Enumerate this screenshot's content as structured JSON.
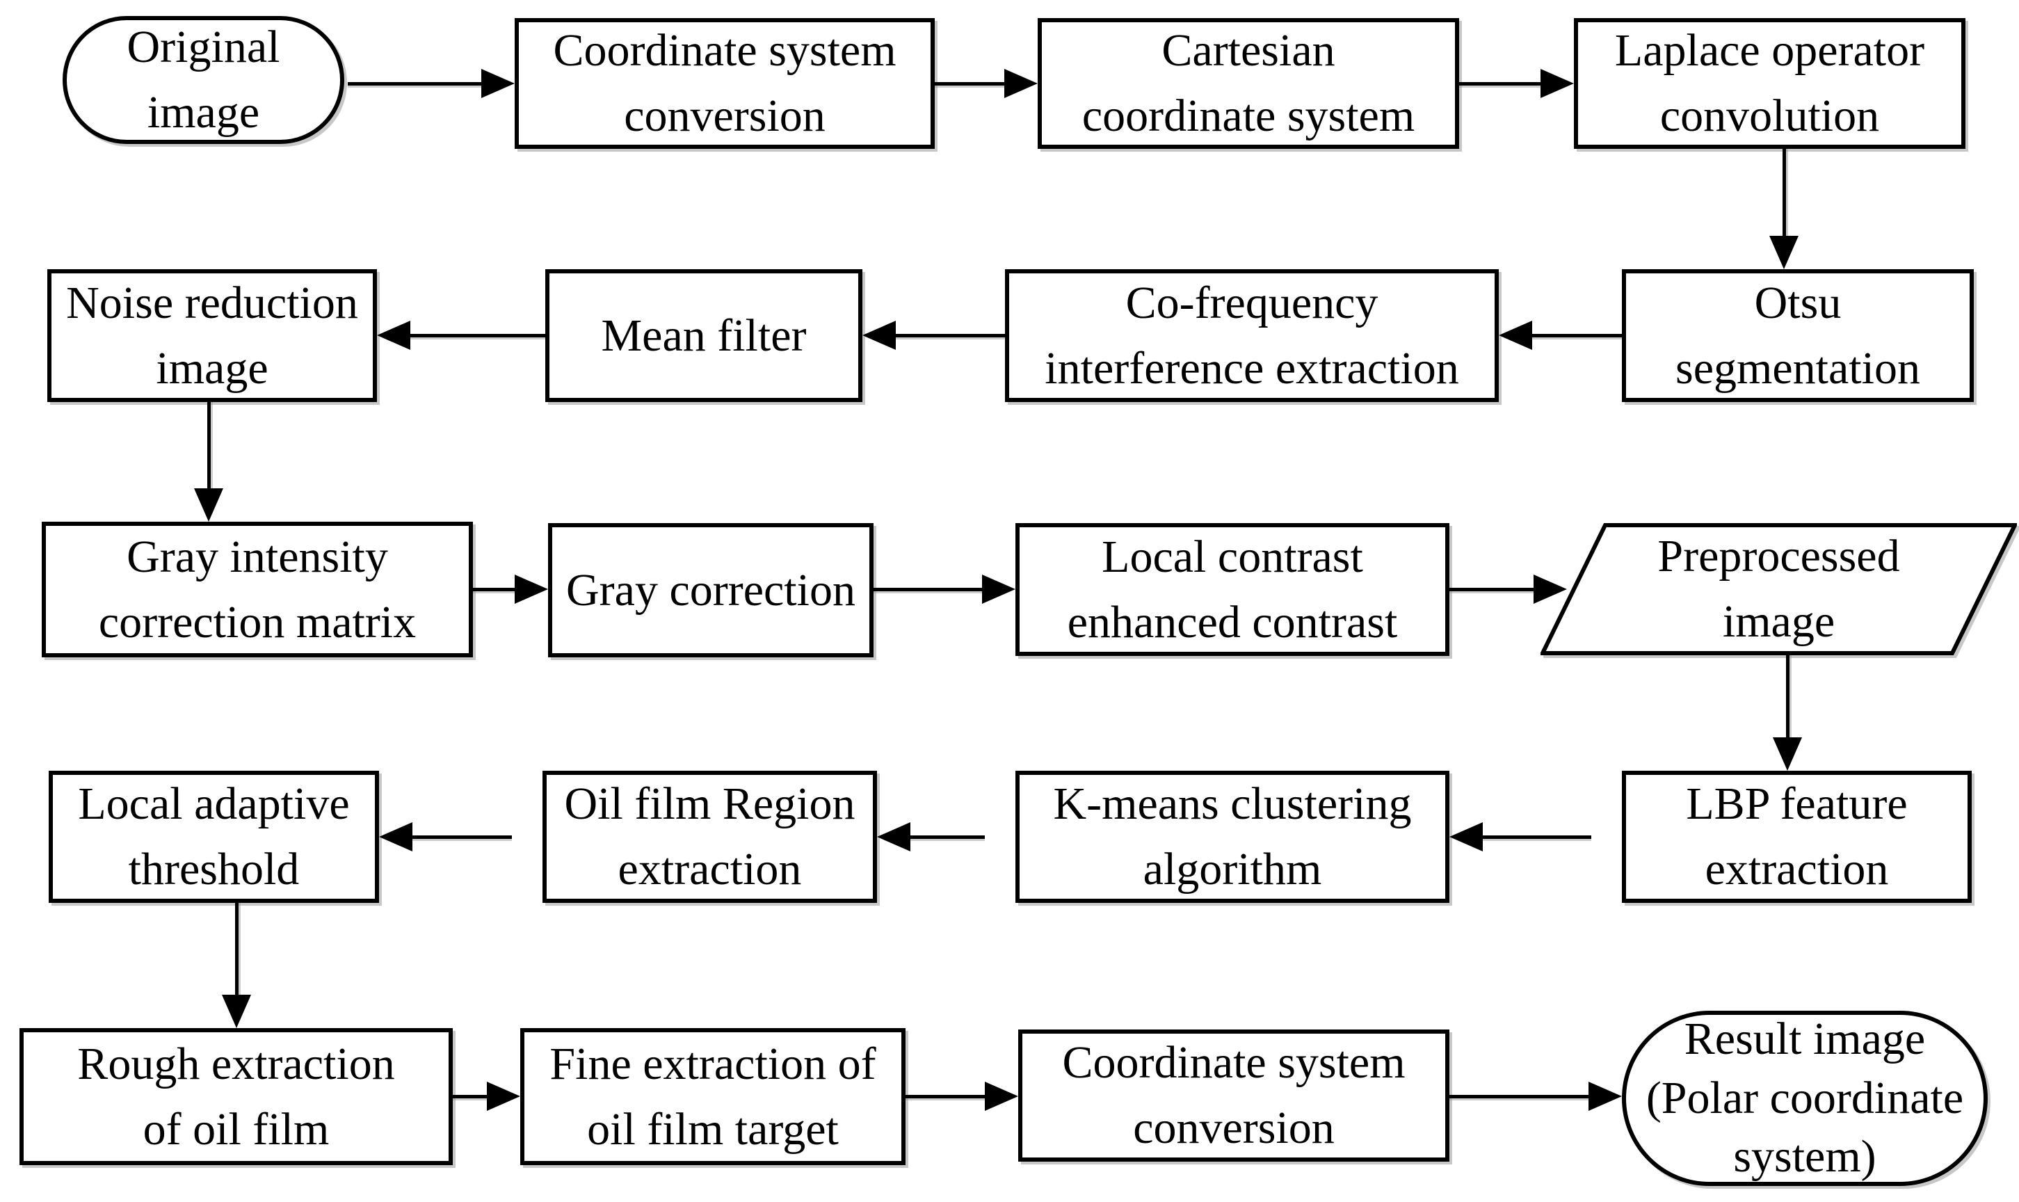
{
  "diagram": {
    "stroke_color": "#000000",
    "background_color": "#ffffff",
    "nodes": [
      {
        "id": "original-image",
        "shape": "stadium",
        "label": "Original\nimage"
      },
      {
        "id": "coordinate-system-conversion-1",
        "shape": "rect",
        "label": "Coordinate system\nconversion"
      },
      {
        "id": "cartesian-coordinate-system",
        "shape": "rect",
        "label": "Cartesian\ncoordinate system"
      },
      {
        "id": "laplace-operator-convolution",
        "shape": "rect",
        "label": "Laplace operator\nconvolution"
      },
      {
        "id": "otsu-segmentation",
        "shape": "rect",
        "label": "Otsu\nsegmentation"
      },
      {
        "id": "co-frequency-interference-extraction",
        "shape": "rect",
        "label": "Co-frequency\ninterference extraction"
      },
      {
        "id": "mean-filter",
        "shape": "rect",
        "label": "Mean filter"
      },
      {
        "id": "noise-reduction-image",
        "shape": "rect",
        "label": "Noise reduction\nimage"
      },
      {
        "id": "gray-intensity-correction-matrix",
        "shape": "rect",
        "label": "Gray intensity\ncorrection matrix"
      },
      {
        "id": "gray-correction",
        "shape": "rect",
        "label": "Gray correction"
      },
      {
        "id": "local-contrast-enhanced-contrast",
        "shape": "rect",
        "label": "Local contrast\nenhanced contrast"
      },
      {
        "id": "preprocessed-image",
        "shape": "parallelogram",
        "label": "Preprocessed\nimage"
      },
      {
        "id": "lbp-feature-extraction",
        "shape": "rect",
        "label": "LBP feature\nextraction"
      },
      {
        "id": "k-means-clustering-algorithm",
        "shape": "rect",
        "label": "K-means clustering\nalgorithm"
      },
      {
        "id": "oil-film-region-extraction",
        "shape": "rect",
        "label": "Oil film Region\nextraction"
      },
      {
        "id": "local-adaptive-threshold",
        "shape": "rect",
        "label": "Local adaptive\nthreshold"
      },
      {
        "id": "rough-extraction-of-oil-film",
        "shape": "rect",
        "label": "Rough extraction\nof oil film"
      },
      {
        "id": "fine-extraction-of-oil-film-target",
        "shape": "rect",
        "label": "Fine extraction of\noil film target"
      },
      {
        "id": "coordinate-system-conversion-2",
        "shape": "rect",
        "label": "Coordinate system\nconversion"
      },
      {
        "id": "result-image",
        "shape": "stadium",
        "label": "Result image\n(Polar coordinate\nsystem)"
      }
    ],
    "edges": [
      {
        "from": "original-image",
        "to": "coordinate-system-conversion-1"
      },
      {
        "from": "coordinate-system-conversion-1",
        "to": "cartesian-coordinate-system"
      },
      {
        "from": "cartesian-coordinate-system",
        "to": "laplace-operator-convolution"
      },
      {
        "from": "laplace-operator-convolution",
        "to": "otsu-segmentation"
      },
      {
        "from": "otsu-segmentation",
        "to": "co-frequency-interference-extraction"
      },
      {
        "from": "co-frequency-interference-extraction",
        "to": "mean-filter"
      },
      {
        "from": "mean-filter",
        "to": "noise-reduction-image"
      },
      {
        "from": "noise-reduction-image",
        "to": "gray-intensity-correction-matrix"
      },
      {
        "from": "gray-intensity-correction-matrix",
        "to": "gray-correction"
      },
      {
        "from": "gray-correction",
        "to": "local-contrast-enhanced-contrast"
      },
      {
        "from": "local-contrast-enhanced-contrast",
        "to": "preprocessed-image"
      },
      {
        "from": "preprocessed-image",
        "to": "lbp-feature-extraction"
      },
      {
        "from": "lbp-feature-extraction",
        "to": "k-means-clustering-algorithm"
      },
      {
        "from": "k-means-clustering-algorithm",
        "to": "oil-film-region-extraction"
      },
      {
        "from": "oil-film-region-extraction",
        "to": "local-adaptive-threshold"
      },
      {
        "from": "local-adaptive-threshold",
        "to": "rough-extraction-of-oil-film"
      },
      {
        "from": "rough-extraction-of-oil-film",
        "to": "fine-extraction-of-oil-film-target"
      },
      {
        "from": "fine-extraction-of-oil-film-target",
        "to": "coordinate-system-conversion-2"
      },
      {
        "from": "coordinate-system-conversion-2",
        "to": "result-image"
      }
    ]
  }
}
